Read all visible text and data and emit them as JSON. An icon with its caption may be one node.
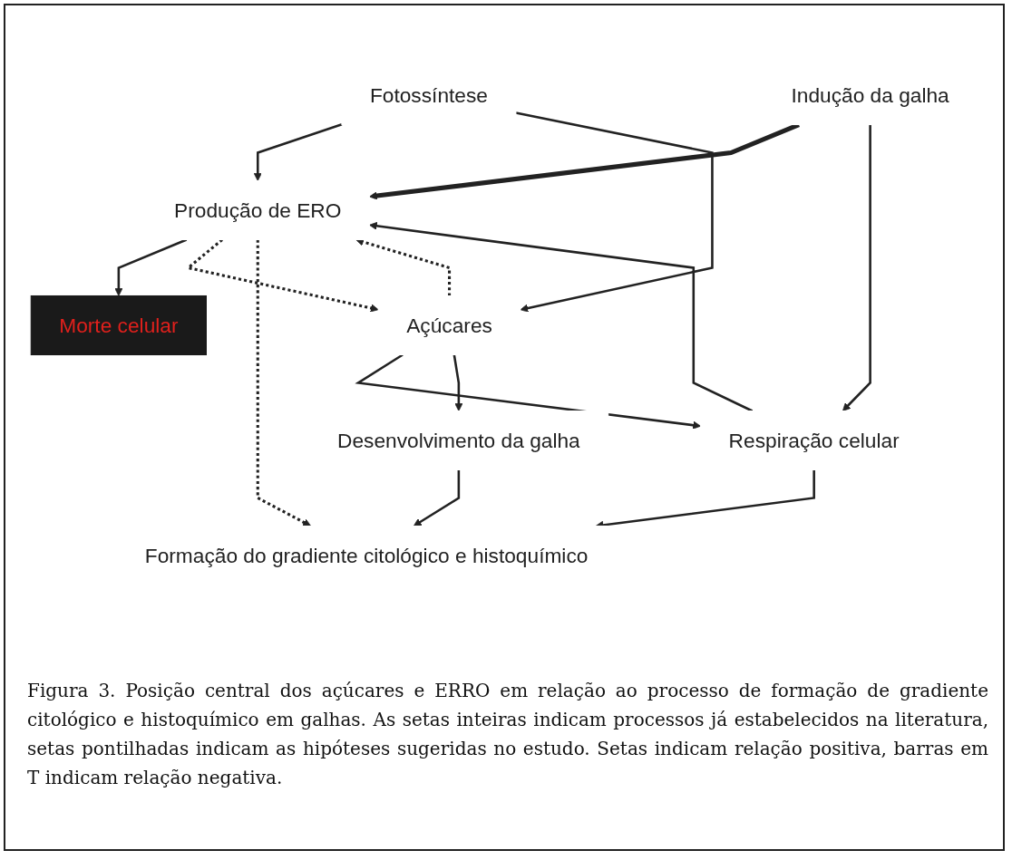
{
  "diagram": {
    "caption": "Figura 3. Posição central dos açúcares e ERRO em relação ao processo de formação de gradiente citológico e histoquímico em galhas. As setas inteiras indicam processos já estabelecidos na literatura, setas pontilhadas indicam as hipóteses sugeridas no estudo. Setas indicam relação positiva, barras em T indicam relação negativa.",
    "nodes": [
      {
        "text": [
          "Indução da galha"
        ]
      },
      {
        "text": [
          "Fotossíntese"
        ]
      },
      {
        "text": [
          "Respiração celular"
        ]
      },
      {
        "text": [
          "Produção de ERO"
        ]
      },
      {
        "text": [
          "Morte celular"
        ]
      },
      {
        "text": [
          "Açúcares"
        ]
      },
      {
        "text": [
          "Desenvolvimento da galha"
        ]
      },
      {
        "text": [
          "Formação do gradiente citológico e histoquímico"
        ]
      }
    ],
    "edges": [
      {
        "from": 0,
        "to": 3,
        "arrow": "to",
        "style": "thick"
      },
      {
        "from": 0,
        "to": 2,
        "arrow": "to"
      },
      {
        "from": 2,
        "to": 3,
        "arrow": "to"
      },
      {
        "from": 1,
        "to": 3,
        "arrow": "to"
      },
      {
        "from": 1,
        "to": 5,
        "arrow": "to"
      },
      {
        "from": 3,
        "to": 4,
        "arrow": "to"
      },
      {
        "from": 5,
        "to": 3,
        "arrow": "to",
        "style": "dashed"
      },
      {
        "from": 3,
        "to": 5,
        "arrow": "to",
        "style": "dashed"
      },
      {
        "from": 3,
        "to": 7,
        "arrow": "to",
        "style": "dashed"
      },
      {
        "from": 5,
        "to": 2,
        "arrow": "to"
      },
      {
        "from": 5,
        "to": 6,
        "arrow": "to"
      },
      {
        "from": 6,
        "to": 7,
        "arrow": "to"
      },
      {
        "from": 2,
        "to": 7,
        "arrow": "to"
      }
    ]
  }
}
